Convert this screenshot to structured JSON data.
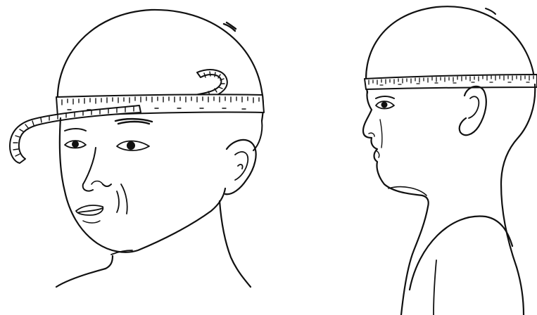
{
  "illustration": {
    "line_color": "#111111",
    "background_color": "#ffffff",
    "views": [
      {
        "id": "front",
        "icon": "head-front-three-quarter-view"
      },
      {
        "id": "side",
        "icon": "head-profile-view"
      }
    ],
    "tape": {
      "icon": "measuring-tape",
      "fill_color": "#ffffff",
      "stroke_color": "#111111"
    }
  }
}
